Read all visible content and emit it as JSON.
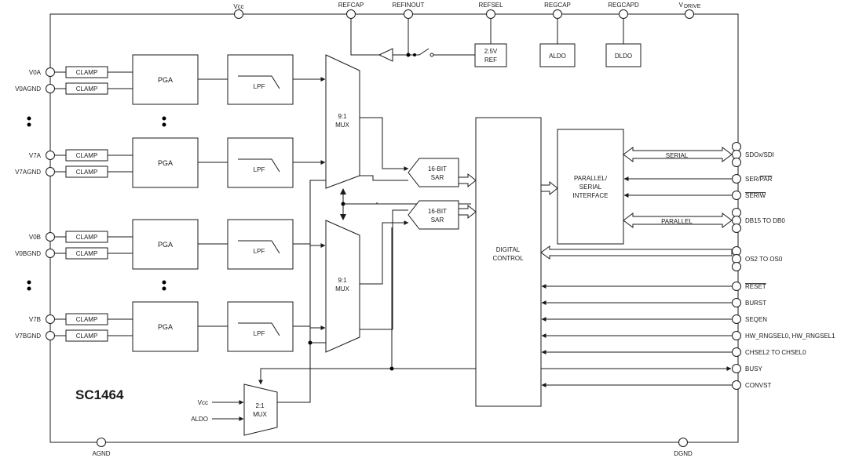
{
  "title": "SC1464",
  "top_pins": {
    "vcc": "Vcc",
    "refcap": "REFCAP",
    "refinout": "REFINOUT",
    "refsel": "REFSEL",
    "regcap": "REGCAP",
    "regcapd": "REGCAPD",
    "vdrive_main": "V",
    "vdrive_sub": "DRIVE"
  },
  "bottom_pins": {
    "agnd": "AGND",
    "dgnd": "DGND"
  },
  "left_pins": {
    "v0a": "V0A",
    "v0agnd": "V0AGND",
    "v7a": "V7A",
    "v7agnd": "V7AGND",
    "v0b": "V0B",
    "v0bgnd": "V0BGND",
    "v7b": "V7B",
    "v7bgnd": "V7BGND"
  },
  "blocks": {
    "clamp": "CLAMP",
    "pga": "PGA",
    "lpf": "LPF",
    "mux91_line1": "9:1",
    "mux91_line2": "MUX",
    "sar_line1": "16-BIT",
    "sar_line2": "SAR",
    "ref_line1": "2.5V",
    "ref_line2": "REF",
    "aldo": "ALDO",
    "dldo": "DLDO",
    "digital_line1": "DIGITAL",
    "digital_line2": "CONTROL",
    "iface_line1": "PARALLEL/",
    "iface_line2": "SERIAL",
    "iface_line3": "INTERFACE",
    "mux21_line1": "2:1",
    "mux21_line2": "MUX"
  },
  "bus_labels": {
    "serial": "SERIAL",
    "parallel": "PARALLEL"
  },
  "mux21_inputs": {
    "vcc": "Vcc",
    "aldo": "ALDO"
  },
  "right_pins": {
    "sdo": "SDOx/SDI",
    "ser_par_a": "SER/",
    "ser_par_b": "PAR",
    "seriw": "SERIW",
    "db": "DB15 TO DB0",
    "os": "OS2 TO OS0",
    "reset": "RESET",
    "burst": "BURST",
    "seqen": "SEQEN",
    "hw_rng": "HW_RNGSEL0, HW_RNGSEL1",
    "chsel": "CHSEL2 TO CHSEL0",
    "busy": "BUSY",
    "convst": "CONVST"
  },
  "colors": {
    "line": "#1a1a1a",
    "background": "#ffffff"
  }
}
